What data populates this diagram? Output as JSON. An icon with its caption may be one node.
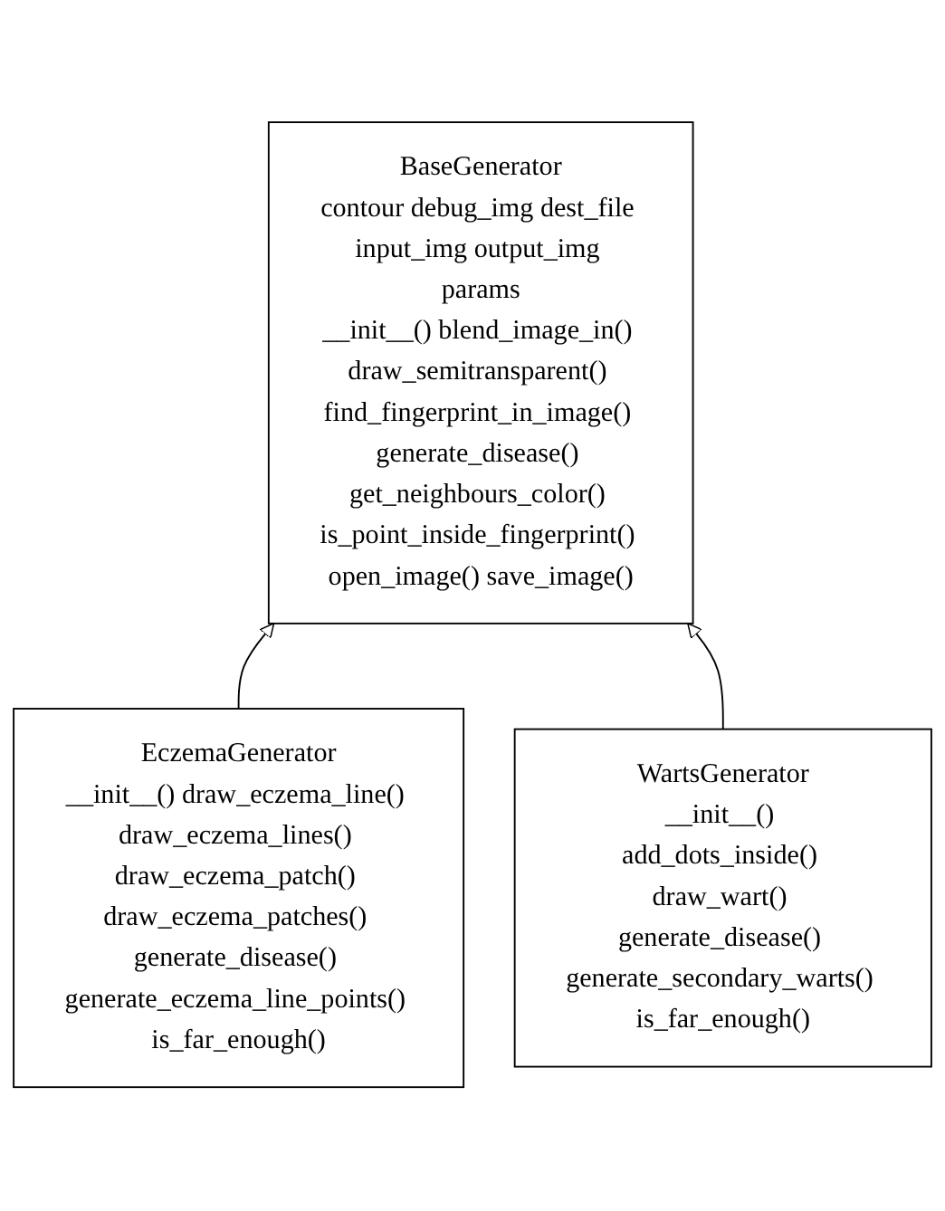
{
  "diagram": {
    "nodes": [
      {
        "text": [
          "BaseGenerator",
          "contour debug_img dest_file input_img output_img params",
          "__init__() blend_image_in() draw_semitransparent() find_fingerprint_in_image() generate_disease() get_neighbours_color() is_point_inside_fingerprint() open_image() save_image()"
        ]
      },
      {
        "text": [
          "EczemaGenerator",
          "__init__() draw_eczema_line() draw_eczema_lines() draw_eczema_patch() draw_eczema_patches() generate_disease() generate_eczema_line_points() is_far_enough()"
        ]
      },
      {
        "text": [
          "WartsGenerator",
          "__init__() add_dots_inside() draw_wart() generate_disease() generate_secondary_warts() is_far_enough()"
        ]
      }
    ],
    "edges": [
      {
        "from": 1,
        "to": 0,
        "arrow": "to"
      },
      {
        "from": 2,
        "to": 0,
        "arrow": "to"
      }
    ]
  }
}
